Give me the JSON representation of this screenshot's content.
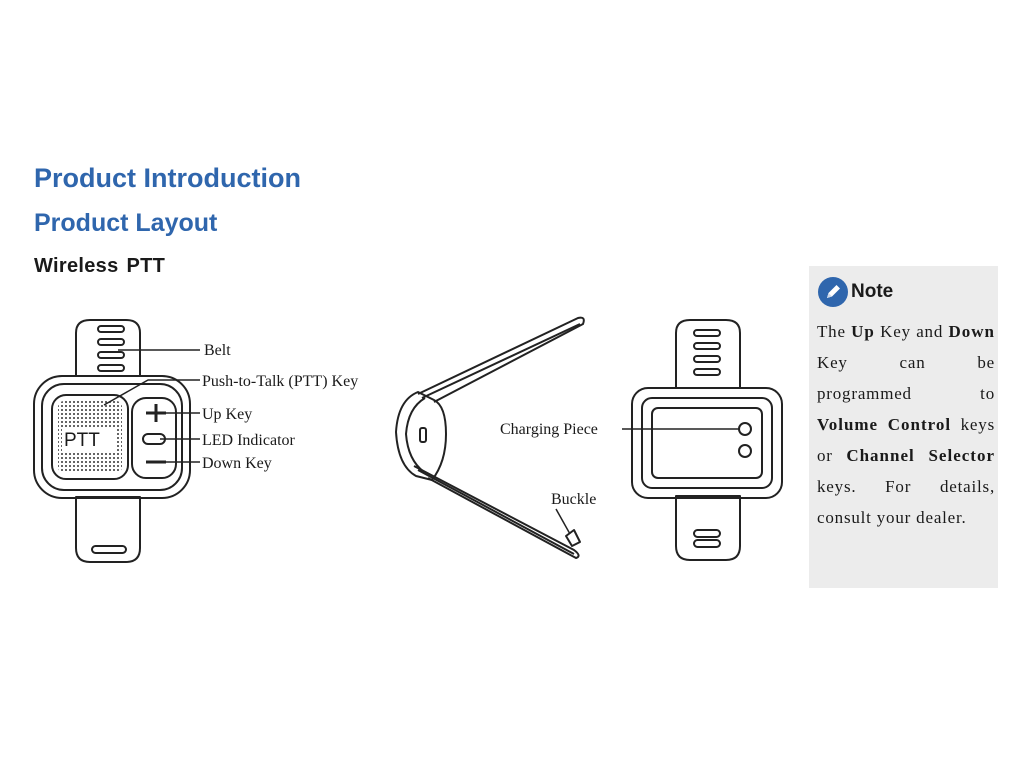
{
  "headings": {
    "section": "Product Introduction",
    "subsection": "Product Layout",
    "device": [
      "Wireless",
      "PTT"
    ]
  },
  "front_view": {
    "button_text": "PTT",
    "callouts": [
      "Belt",
      "Push-to-Talk (PTT) Key",
      "Up Key",
      "LED Indicator",
      "Down Key"
    ]
  },
  "side_view": {
    "callouts": [
      "Charging Piece",
      "Buckle"
    ]
  },
  "note": {
    "icon": "pencil-icon",
    "title": "Note",
    "segments": [
      {
        "t": "The "
      },
      {
        "t": "Up",
        "b": true
      },
      {
        "t": " Key and "
      },
      {
        "t": "Down",
        "b": true
      },
      {
        "t": " Key can be programmed to "
      },
      {
        "t": "Volume Control",
        "b": true
      },
      {
        "t": " keys or "
      },
      {
        "t": "Channel Selector",
        "b": true
      },
      {
        "t": " keys. For details, consult your dealer."
      }
    ]
  },
  "colors": {
    "heading_blue": "#2f66ad",
    "note_background": "#ececec",
    "line_art": "#222222"
  }
}
